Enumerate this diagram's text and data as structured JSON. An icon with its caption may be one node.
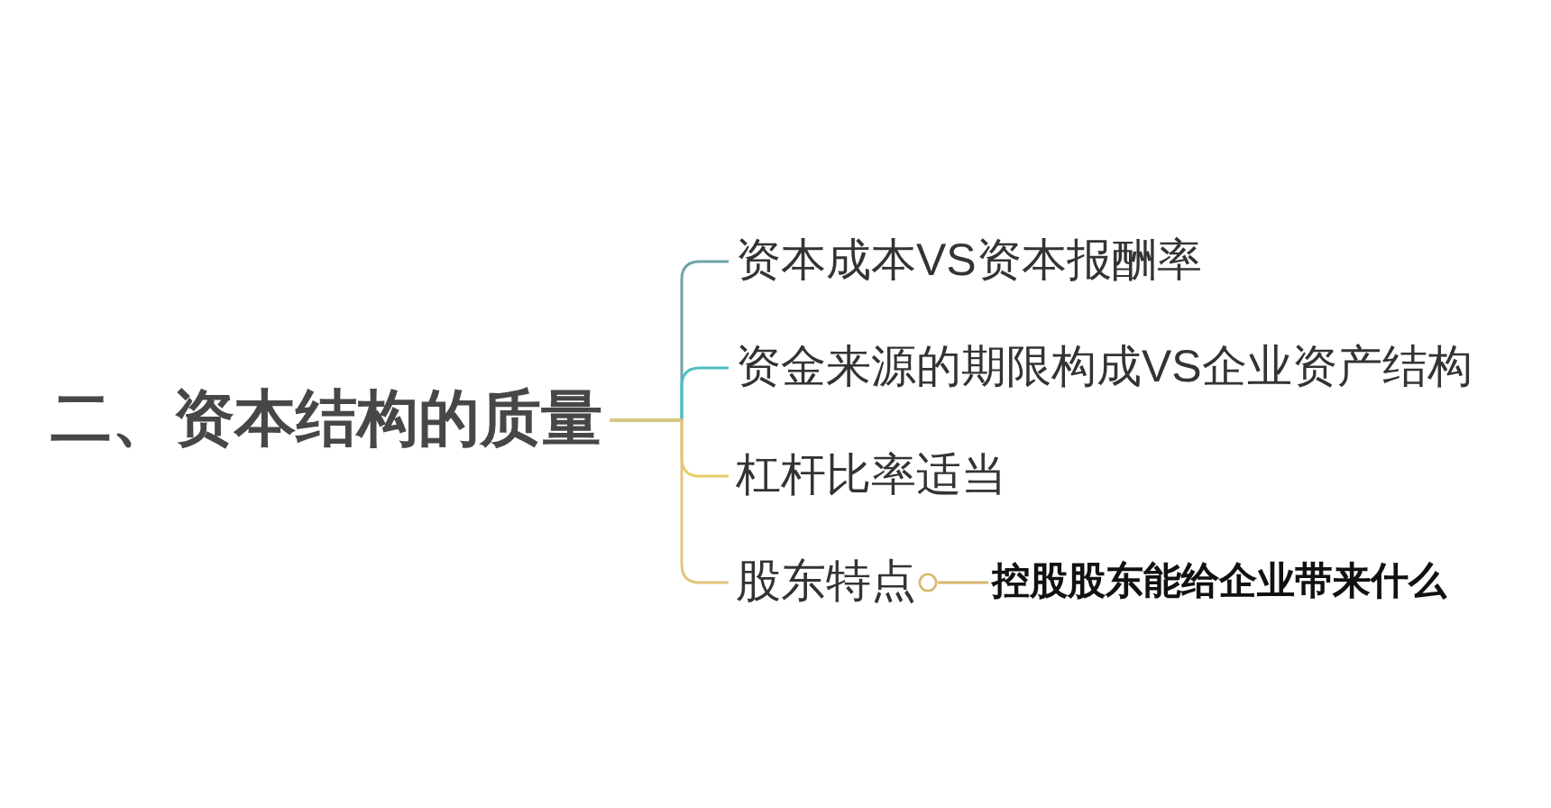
{
  "diagram": {
    "nodes": [
      {
        "text": [
          "二、资本结构的质量"
        ]
      },
      {
        "text": [
          "资本成本VS资本报酬率"
        ]
      },
      {
        "text": [
          "资金来源的期限构成VS企业资产结构"
        ]
      },
      {
        "text": [
          "杠杆比率适当"
        ]
      },
      {
        "text": [
          "股东特点"
        ]
      },
      {
        "text": [
          "控股股东能给企业带来什么"
        ]
      }
    ],
    "edges": [
      {
        "from": 0,
        "to": 1,
        "arrow": "none",
        "color": "#6fa3a8"
      },
      {
        "from": 0,
        "to": 2,
        "arrow": "none",
        "color": "#4dbfc0"
      },
      {
        "from": 0,
        "to": 3,
        "arrow": "none",
        "color": "#e6d06a"
      },
      {
        "from": 0,
        "to": 4,
        "arrow": "none",
        "color": "#e0c67e"
      },
      {
        "from": 4,
        "to": 5,
        "arrow": "other",
        "color": "#d8b56f"
      }
    ]
  }
}
